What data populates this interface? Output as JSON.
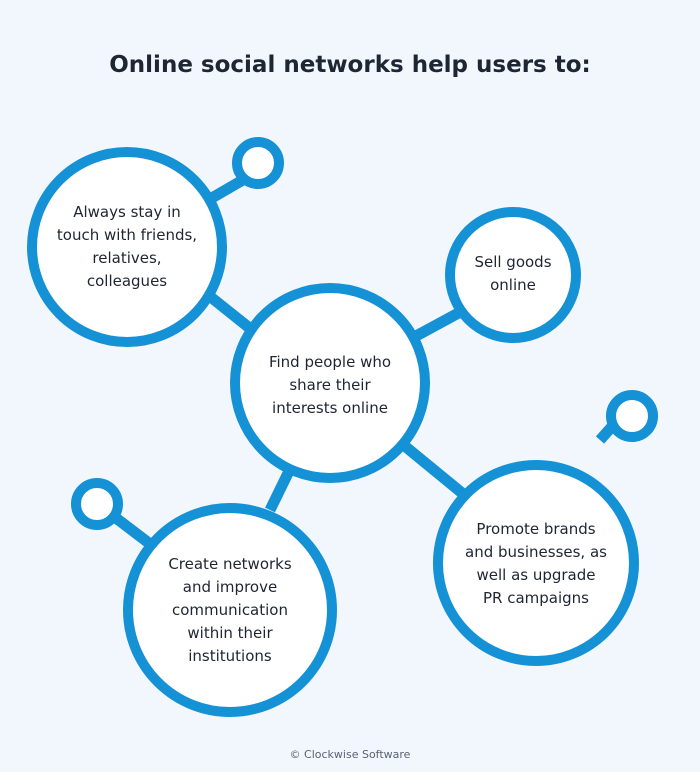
{
  "title": "Online social networks help users to:",
  "nodes": {
    "stay_in_touch": [
      "Always stay in",
      "touch with friends,",
      "relatives,",
      "colleagues"
    ],
    "sell_goods": [
      "Sell goods",
      "online"
    ],
    "find_people": [
      "Find people who",
      "share their",
      "interests online"
    ],
    "create_networks": [
      "Create networks",
      "and improve",
      "communication",
      "within their",
      "institutions"
    ],
    "promote_brands": [
      "Promote brands",
      "and businesses, as",
      "well as upgrade",
      "PR campaigns"
    ]
  },
  "footer": "© Clockwise Software",
  "colors": {
    "background": "#f2f7fd",
    "accent": "#1591d5",
    "fill": "#ffffff",
    "text": "#1f2533"
  }
}
